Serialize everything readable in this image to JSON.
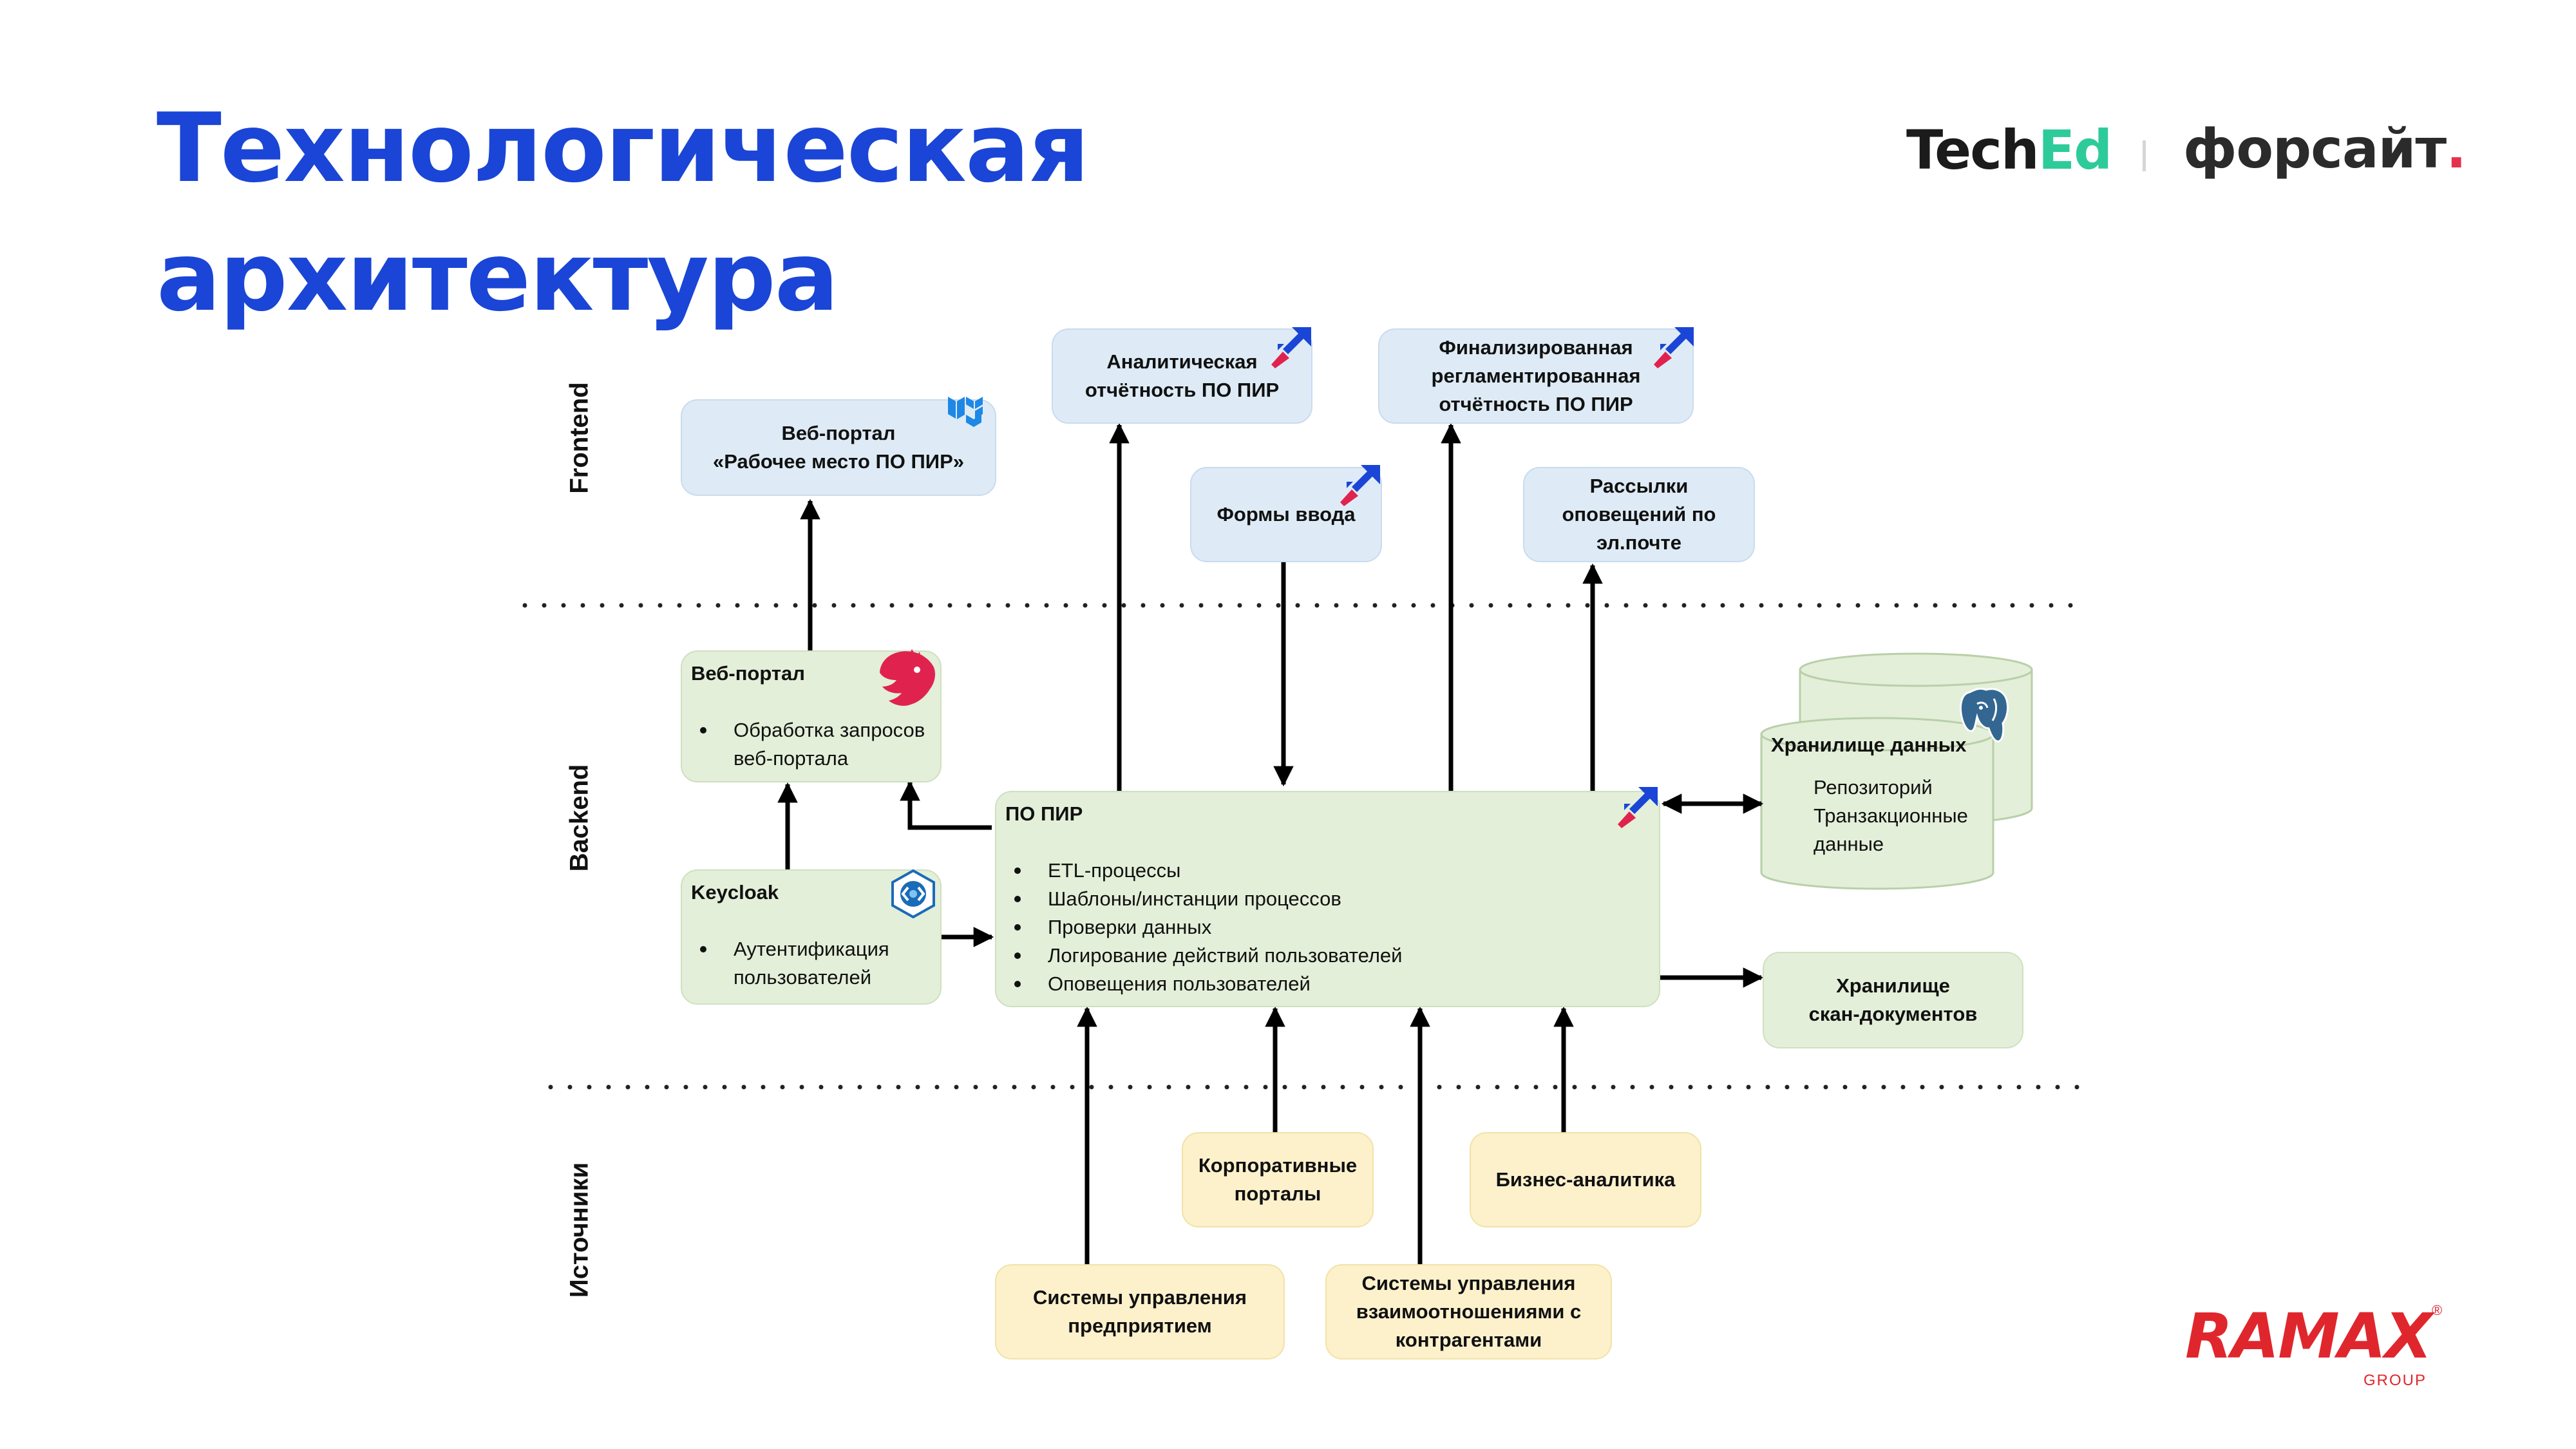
{
  "title": {
    "line1": "Технологическая",
    "line2": "архитектура"
  },
  "logos": {
    "teched_main": "Tech",
    "teched_accent": "Ed",
    "forsight_main": "форсайт",
    "forsight_dot": ".",
    "ramax": "RAMAX",
    "ramax_sub": "GROUP",
    "ramax_reg": "®"
  },
  "lanes": {
    "frontend": "Frontend",
    "backend": "Backend",
    "sources": "Источники"
  },
  "frontend": {
    "web_portal": [
      "Веб-портал",
      "«Рабочее место ПО ПИР»"
    ],
    "analytics": [
      "Аналитическая",
      "отчётность ПО ПИР"
    ],
    "finalized": [
      "Финализированная",
      "регламентированная",
      "отчётность ПО ПИР"
    ],
    "input_forms": "Формы ввода",
    "mailing": [
      "Рассылки",
      "оповещений по",
      "эл.почте"
    ]
  },
  "backend": {
    "web_portal": {
      "title": "Веб-портал",
      "items": [
        "Обработка запросов веб-портала"
      ]
    },
    "keycloak": {
      "title": "Keycloak",
      "items": [
        "Аутентификация пользователей"
      ]
    },
    "po_pir": {
      "title": "ПО ПИР",
      "items": [
        "ETL-процессы",
        "Шаблоны/инстанции процессов",
        "Проверки данных",
        "Логирование действий пользователей",
        "Оповещения пользователей"
      ]
    },
    "datastore": {
      "title": "Хранилище данных",
      "items": [
        "Репозиторий",
        "Транзакционные данные"
      ]
    },
    "scan_store": [
      "Хранилище",
      "скан-документов"
    ]
  },
  "sources": {
    "corp_portals": [
      "Корпоративные",
      "порталы"
    ],
    "bi": "Бизнес-аналитика",
    "erp": [
      "Системы управления",
      "предприятием"
    ],
    "crm": [
      "Системы управления",
      "взаимоотношениями с",
      "контрагентами"
    ]
  },
  "colors": {
    "title": "#1a45d6",
    "frontend_fill": "#deebf6",
    "backend_fill": "#e3efd9",
    "source_fill": "#fdf1cc",
    "product_icon": "#1a45d6",
    "nest_icon": "#e0234e",
    "mui_icon": "#1e88e5",
    "postgres_icon": "#336791",
    "ramax_red": "#e0262d"
  },
  "icons": [
    "material-ui-icon",
    "product-logo-icon",
    "nestjs-icon",
    "keycloak-icon",
    "postgresql-icon"
  ]
}
